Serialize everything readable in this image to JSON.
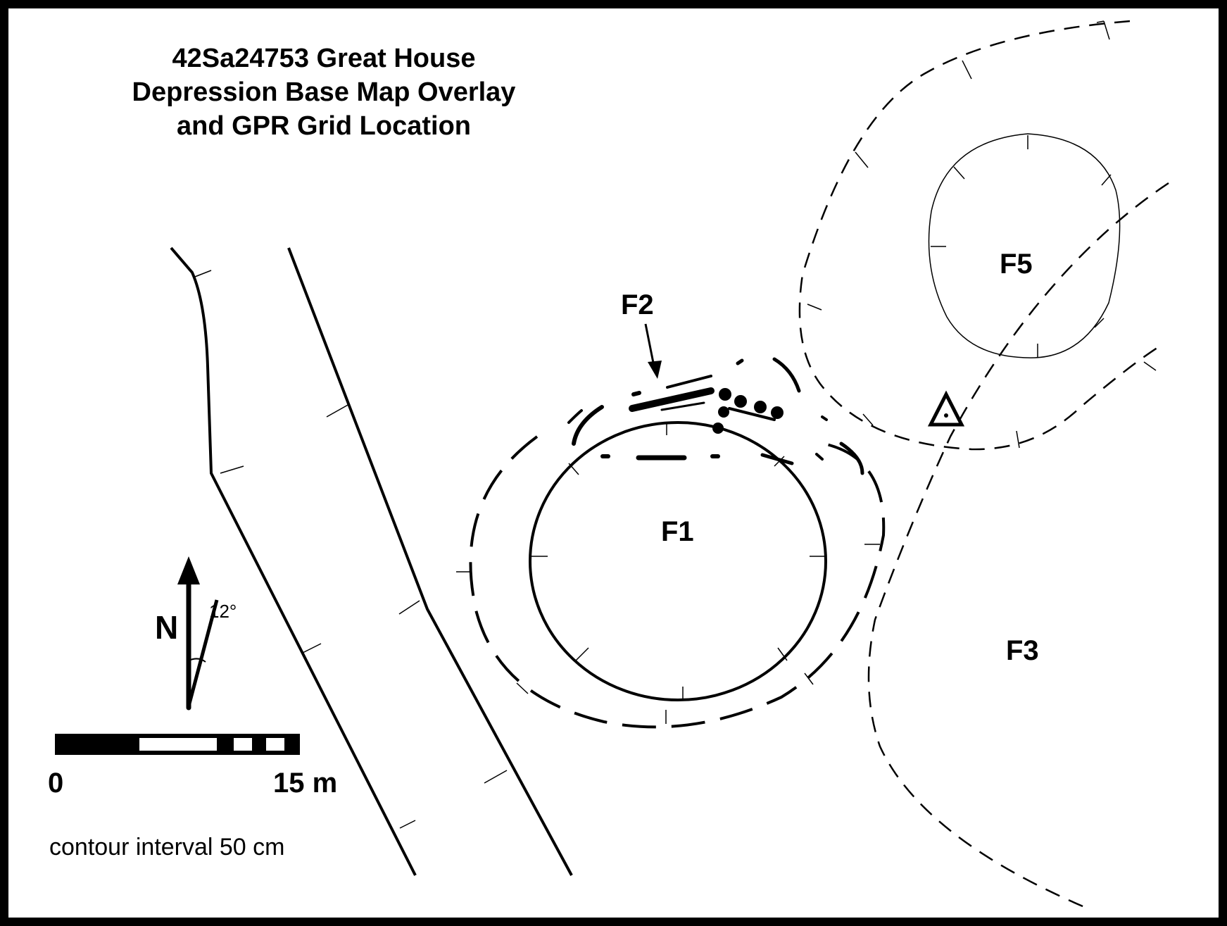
{
  "title": {
    "line1": "42Sa24753 Great House",
    "line2": "Depression Base Map Overlay",
    "line3": "and GPR Grid Location"
  },
  "features": {
    "f1": "F1",
    "f2": "F2",
    "f3": "F3",
    "f5": "F5"
  },
  "north_arrow": {
    "label": "N",
    "declination": "12°"
  },
  "scale_bar": {
    "start": "0",
    "end": "15 m"
  },
  "contour_note": "contour interval 50 cm",
  "icons": {
    "datum": "triangle-datum-icon",
    "north": "north-arrow-icon"
  },
  "colors": {
    "ink": "#000000",
    "background": "#ffffff"
  }
}
